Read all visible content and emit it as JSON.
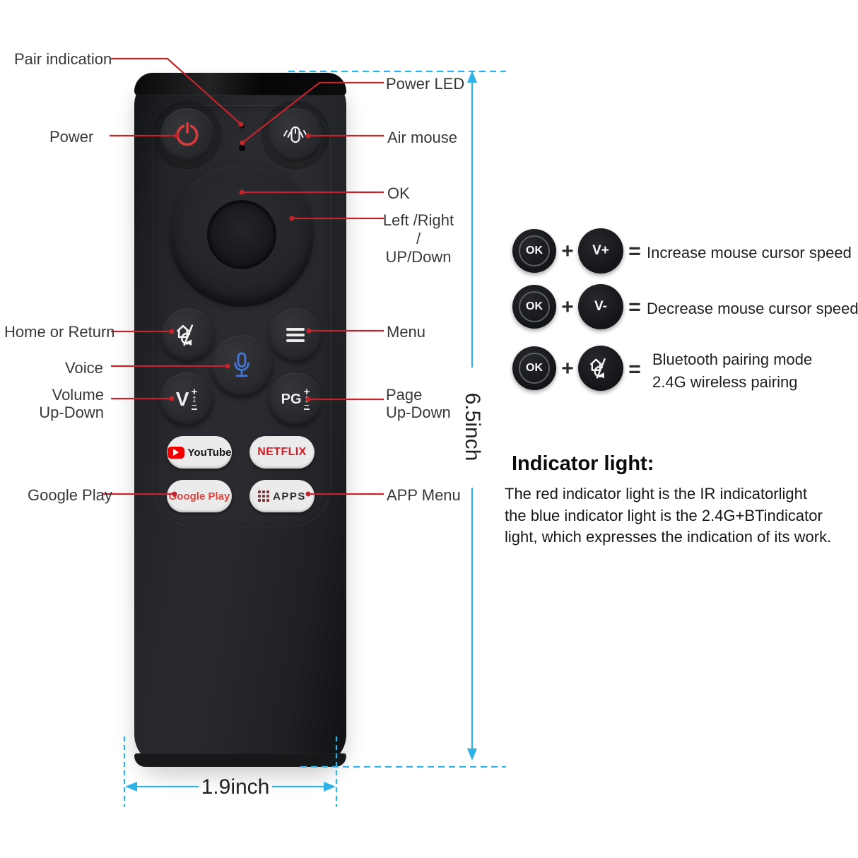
{
  "callouts_left": {
    "pair_indication": "Pair indication",
    "power": "Power",
    "home_or_return": "Home or Return",
    "voice": "Voice",
    "volume_line1": "Volume",
    "volume_line2": "Up-Down",
    "google_play": "Google Play"
  },
  "callouts_right": {
    "power_led": "Power LED",
    "air_mouse": "Air mouse",
    "ok": "OK",
    "left_right_line1": "Left /Right /",
    "left_right_line2": "UP/Down",
    "menu": "Menu",
    "page_line1": "Page",
    "page_line2": "Up-Down",
    "app_menu": "APP Menu"
  },
  "dimensions": {
    "height_label": "6.5inch",
    "width_label": "1.9inch"
  },
  "remote_buttons": {
    "volume_letter": "V",
    "page_letter": "PG",
    "plus": "+",
    "updown": "↕",
    "minus": "−",
    "youtube": "YouTube",
    "netflix": "NETFLIX",
    "google_play": "Google Play",
    "apps": "APPS"
  },
  "combos": {
    "plus": "+",
    "equals": "=",
    "rows": [
      {
        "btn1": "OK",
        "btn2": "V+",
        "result": "Increase mouse cursor speed"
      },
      {
        "btn1": "OK",
        "btn2": "V-",
        "result": "Decrease mouse cursor speed"
      },
      {
        "btn1": "OK",
        "btn2_icon": "home-return-icon",
        "result_line1": "Bluetooth pairing mode",
        "result_line2": "2.4G wireless pairing"
      }
    ]
  },
  "indicator_section": {
    "heading": "Indicator light:",
    "body_line1": "The red indicator light is the IR indicatorlight",
    "body_line2": "the blue indicator light is the 2.4G+BTindicator",
    "body_line3": "light, which expresses the indication of its work."
  },
  "colors": {
    "annotation_red": "#c4242b",
    "dimension_cyan": "#2fb2e6",
    "power_icon_red": "#d93a3a",
    "mic_blue": "#4576d8",
    "netflix_red": "#da1a22",
    "youtube_red": "#f00000"
  }
}
